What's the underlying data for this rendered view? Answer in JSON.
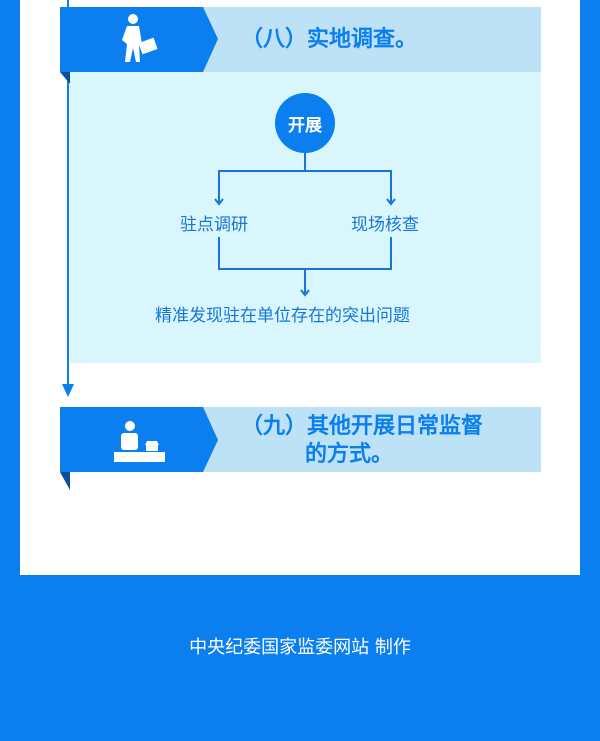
{
  "section8": {
    "title": "（八）实地调查。",
    "icon": "walking-person-briefcase-icon"
  },
  "flow": {
    "start": "开展",
    "branches": [
      "驻点调研",
      "现场核查"
    ],
    "result": "精准发现驻在单位存在的突出问题"
  },
  "section9": {
    "title_line1": "（九）其他开展日常监督",
    "title_line2": "的方式。",
    "icon": "person-at-desk-phone-icon"
  },
  "footer": {
    "credit": "中央纪委国家监委网站 制作"
  },
  "colors": {
    "primary": "#0b7ff0",
    "banner_light": "#bde2f5",
    "content_bg": "#d9f6fd"
  }
}
